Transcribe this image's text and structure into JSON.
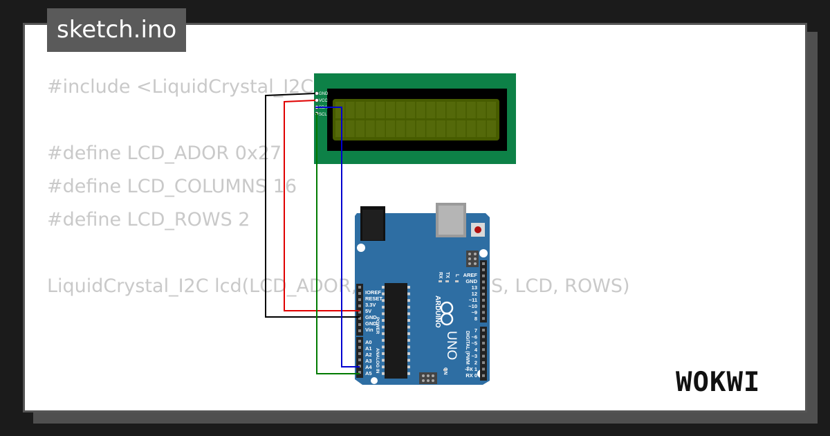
{
  "title": "sketch.ino",
  "code_lines": [
    "#include <LiquidCrystal_I2C.h>",
    "",
    "#define LCD_ADOR 0x27",
    "#define LCD_COLUMNS 16",
    "#define LCD_ROWS 2",
    "",
    "LiquidCrystal_I2C lcd(LCD_ADOR, LCD_COLUMNS, LCD, ROWS)"
  ],
  "lcd": {
    "pins": [
      "GND",
      "VCC",
      "SDA",
      "SCL"
    ],
    "screen_color": "#475c00",
    "pcb_color": "#0d8147"
  },
  "arduino": {
    "name": "ARDUINO",
    "model": "UNO",
    "on_label": "ON",
    "tx_label": "TX",
    "rx_label": "RX",
    "l_label": "L",
    "power_header": [
      "IOREF",
      "RESET",
      "3.3V",
      "5V",
      "GND",
      "GND",
      "Vin"
    ],
    "power_label": "POWER",
    "analog_header": [
      "A0",
      "A1",
      "A2",
      "A3",
      "A4",
      "A5"
    ],
    "analog_label": "ANALOG IN",
    "digital_header": [
      "AREF",
      "GND",
      "13",
      "12",
      "~11",
      "~10",
      "~9",
      "8",
      "7",
      "~6",
      "~5",
      "4",
      "~3",
      "2",
      "TX 1",
      "RX 0"
    ],
    "digital_label": "DIGITAL (PWM ~)",
    "board_color": "#2e6ea3"
  },
  "wires": {
    "gnd_color": "#000000",
    "vcc_color": "#e00000",
    "sda_color": "#0000d0",
    "scl_color": "#007a00"
  },
  "brand": "WOKWI"
}
